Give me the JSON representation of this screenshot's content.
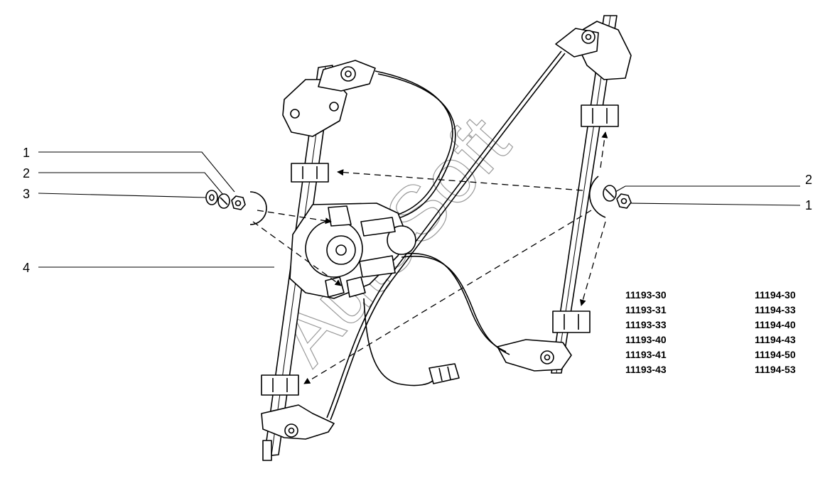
{
  "callouts": {
    "left": [
      "1",
      "2",
      "3",
      "4"
    ],
    "right": [
      "2",
      "1"
    ]
  },
  "watermark": "AutoSoft",
  "models": {
    "col1": [
      "11193-30",
      "11193-31",
      "11193-33",
      "11193-40",
      "11193-41",
      "11193-43"
    ],
    "col2": [
      "11194-30",
      "11194-33",
      "11194-40",
      "11194-43",
      "11194-50",
      "11194-53"
    ]
  },
  "colors": {
    "line": "#000000",
    "background": "#ffffff",
    "watermark": "#9a9a9a"
  }
}
